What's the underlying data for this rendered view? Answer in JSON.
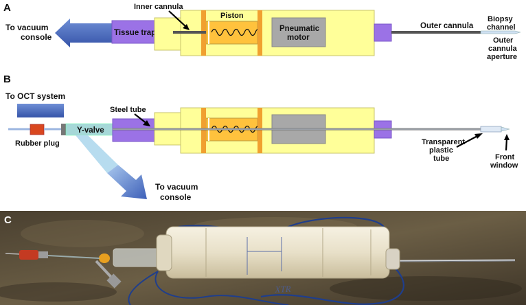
{
  "panels": {
    "a": {
      "letter": "A",
      "labels": {
        "inner_cannula": "Inner cannula",
        "piston": "Piston",
        "tissue_trap": "Tissue trap",
        "pneumatic_motor_1": "Pneumatic",
        "pneumatic_motor_2": "motor",
        "outer_cannula": "Outer cannula",
        "vacuum_1": "To vacuum",
        "vacuum_2": "console",
        "biopsy_1": "Biopsy",
        "biopsy_2": "channel",
        "aperture_1": "Outer",
        "aperture_2": "cannula",
        "aperture_3": "aperture"
      }
    },
    "b": {
      "letter": "B",
      "labels": {
        "oct": "To OCT system",
        "steel_tube": "Steel tube",
        "rubber_plug": "Rubber plug",
        "y_valve": "Y-valve",
        "vacuum_1": "To vacuum",
        "vacuum_2": "console",
        "transparent_1": "Transparent",
        "transparent_2": "plastic",
        "transparent_3": "tube",
        "front_1": "Front",
        "front_2": "window"
      }
    },
    "c": {
      "letter": "C",
      "photo_text": "XTR"
    }
  },
  "colors": {
    "housing": "#ffff99",
    "piston": "#ffc23d",
    "ring": "#f0a030",
    "motor": "#a8a8a8",
    "purple": "#9b72e6",
    "arrow_blue": "#4a6fc4",
    "cannula": "#555555",
    "yvalve": "#a6d8d8",
    "rubber": "#d9471f"
  }
}
